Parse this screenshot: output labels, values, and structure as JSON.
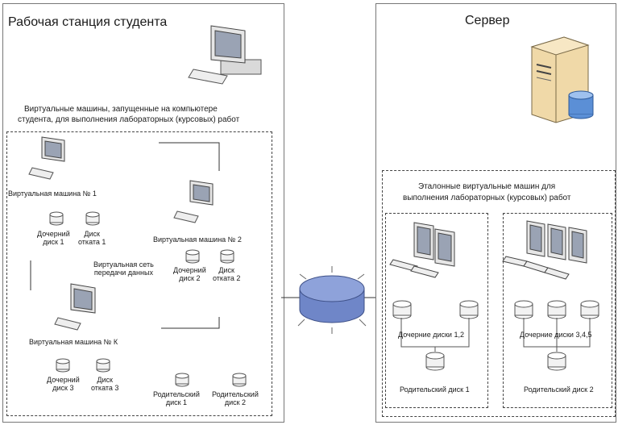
{
  "workstation": {
    "title": "Рабочая станция студента",
    "vm_group_caption_line1": "Виртуальные машины, запущенные на компьютере",
    "vm_group_caption_line2": "студента, для выполнения лабораторных (курсовых) работ",
    "vm1_label": "Виртуальная машина № 1",
    "vm2_label": "Виртуальная машина № 2",
    "vmk_label": "Виртуальная машина № К",
    "child_disk_1": [
      "Дочерний",
      "диск 1"
    ],
    "rollback_disk_1": [
      "Диск",
      "отката 1"
    ],
    "child_disk_2": [
      "Дочерний",
      "диск 2"
    ],
    "rollback_disk_2": [
      "Диск",
      "отката 2"
    ],
    "child_disk_3": [
      "Дочерний",
      "диск 3"
    ],
    "rollback_disk_3": [
      "Диск",
      "отката 3"
    ],
    "parent_disk_1": [
      "Родительский",
      "диск 1"
    ],
    "parent_disk_2": [
      "Родительский",
      "диск 2"
    ],
    "virtual_network": [
      "Виртуальная сеть",
      "передачи данных"
    ]
  },
  "server": {
    "title": "Сервер",
    "reference_caption_line1": "Эталонные виртуальные машин для",
    "reference_caption_line2": "выполнения лабораторных (курсовых) работ",
    "child_disks_12": "Дочерние диски 1,2",
    "parent_disk_1": "Родительский диск 1",
    "child_disks_345": "Дочерние диски 3,4,5",
    "parent_disk_2": "Родительский диск 2"
  },
  "colors": {
    "hub_fill": "#6f86c8",
    "hub_top": "#8ea2da",
    "monitor_screen": "#9aa3b4",
    "server_body": "#f0d9a8",
    "db_blue": "#5b8fd6"
  }
}
